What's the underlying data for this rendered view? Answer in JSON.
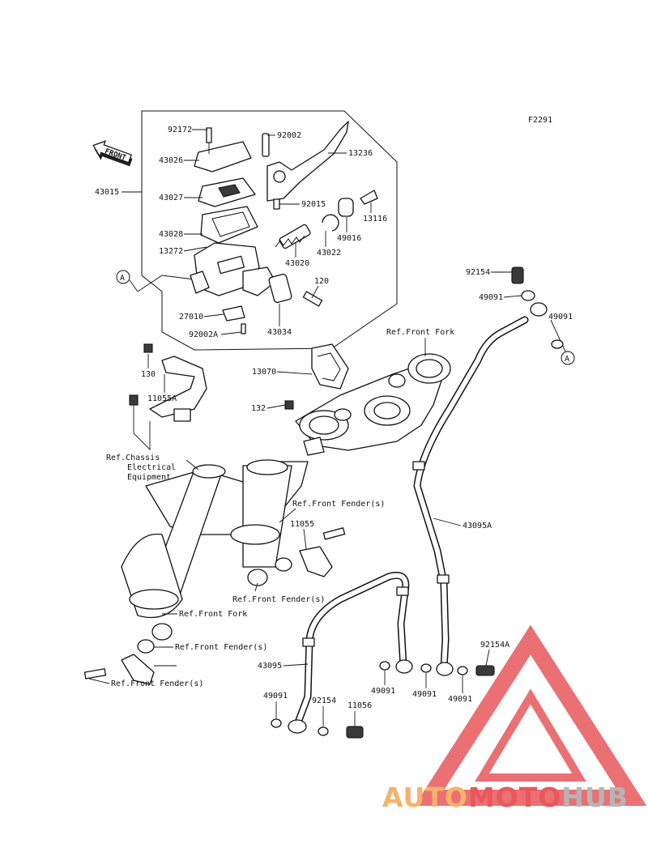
{
  "figure_code": "F2291",
  "front_label": "FRONT",
  "callouts": [
    "92172",
    "92002",
    "43026",
    "13236",
    "43015",
    "43027",
    "92015",
    "13116",
    "43028",
    "49016",
    "13272",
    "43022",
    "43020",
    "120",
    "27010",
    "43034",
    "92002A",
    "92154",
    "49091",
    "49091",
    "Ref.Front Fork",
    "13070",
    "130",
    "11055A",
    "132",
    "11055",
    "43095A",
    "92154A",
    "43095",
    "49091",
    "49091",
    "49091",
    "49091",
    "92154",
    "11056"
  ],
  "ref_labels": {
    "chassis_line1": "Ref.Chassis",
    "chassis_line2": "Electrical",
    "chassis_line3": "Equipment",
    "front_fender_top": "Ref.Front Fender(s)",
    "front_fender_mid": "Ref.Front Fender(s)",
    "front_fork_lower": "Ref.Front Fork",
    "front_fender_right": "Ref.Front Fender(s)",
    "front_fender_bottom": "Ref.Front Fender(s)"
  },
  "connector_marks": [
    "A",
    "A"
  ],
  "watermark": {
    "part1": "AUTO",
    "part2": "MOTO",
    "part3": "HUB",
    "color1": "#f5b26b",
    "color2": "#e8585b",
    "color3": "#b5b5b5",
    "logo_color": "#e8585b"
  }
}
